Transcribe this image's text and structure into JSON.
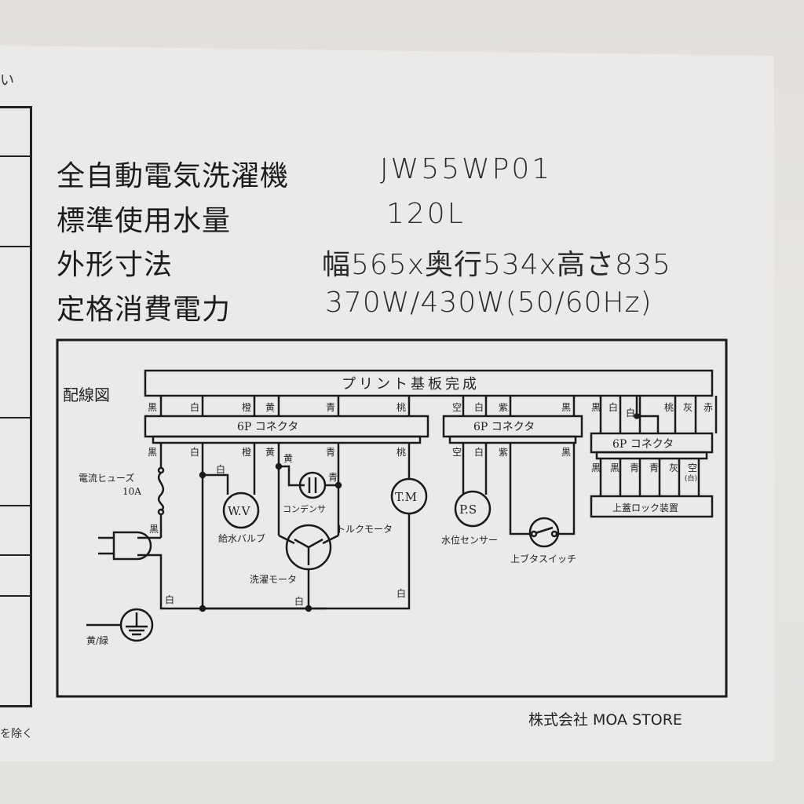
{
  "label": {
    "left_fragment_top": "い",
    "left_fragment_bottom": "を除く",
    "specs": [
      {
        "key": "全自動電気洗濯機",
        "value": "JW55WP01"
      },
      {
        "key": "標準使用水量",
        "value": "120L"
      },
      {
        "key": "外形寸法",
        "value": "幅565x奥行534x高さ835"
      },
      {
        "key": "定格消費電力",
        "value": "370W/430W(50/60Hz)"
      }
    ],
    "company": "株式会社 MOA STORE"
  },
  "wiring_diagram": {
    "title": "配線図",
    "pcb_label": "プリント基板完成",
    "connector_label": "6P コネクタ",
    "connector1_top_wires": [
      "黒",
      "白",
      "橙",
      "黄",
      "青",
      "桃"
    ],
    "connector1_bottom_wires": [
      "黒",
      "白",
      "橙",
      "黄",
      "青",
      "桃"
    ],
    "connector2_top_wires": [
      "空",
      "白",
      "紫",
      "黒"
    ],
    "connector2_bottom_wires": [
      "空",
      "白",
      "紫",
      "黒"
    ],
    "connector3_top_wires": [
      "黒",
      "白",
      "白",
      "桃",
      "灰",
      "赤"
    ],
    "connector3_bottom_wires": [
      "黒",
      "黒",
      "青",
      "青",
      "灰",
      "空",
      "(白)"
    ],
    "lid_lock_label": "上蓋ロック装置",
    "fuse_label": "電流ヒューズ",
    "fuse_rating": "10A",
    "fuse_wire": "黒",
    "plug_return_wire": "白",
    "ground_label": "黄/緑",
    "water_valve": {
      "symbol": "W.V",
      "label": "給水バルブ",
      "wire": "白"
    },
    "capacitor": {
      "label": "コンデンサ",
      "wire_left": "黄",
      "wire_right": "青"
    },
    "wash_motor": {
      "label": "洗濯モータ",
      "wire": "白"
    },
    "torque_motor": {
      "symbol": "T.M",
      "label": "トルクモータ",
      "wire": "白"
    },
    "pressure_sensor": {
      "symbol": "P.S",
      "label": "水位センサー"
    },
    "lid_switch": {
      "label": "上ブタスイッチ"
    }
  }
}
